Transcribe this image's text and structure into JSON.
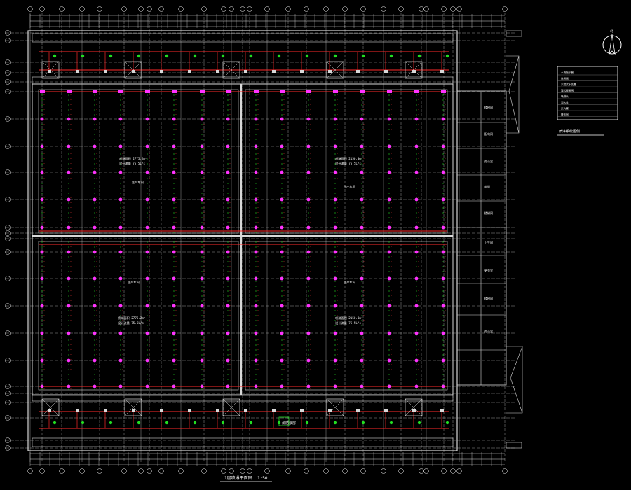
{
  "drawing": {
    "title_block_label": "1层喷淋平面图",
    "scale_label": "1:50",
    "legend_caption": "喷淋系统图例",
    "pump_room_label": "消防泵房",
    "legend_rows": [
      "水流指示器",
      "信号阀",
      "末端试水装置",
      "湿式报警阀",
      "喷淋头",
      "消火栓",
      "灭火器",
      "排水阀"
    ],
    "zone_notes": [
      {
        "line1": "喷淋面积 2775.2m²",
        "line2": "设计流量 75.5L/s"
      },
      {
        "line1": "喷淋面积 2150.0m²",
        "line2": "设计流量 75.5L/s"
      },
      {
        "line1": "喷淋面积 2775.2m²",
        "line2": "设计流量 75.5L/s"
      },
      {
        "line1": "喷淋面积 2150.0m²",
        "line2": "设计流量 75.5L/s"
      }
    ],
    "zone_tags": [
      "生产车间",
      "生产车间",
      "生产车间",
      "生产车间"
    ],
    "side_room_labels": [
      "楼梯间",
      "配电间",
      "办公室",
      "走道",
      "楼梯间",
      "卫生间",
      "更衣室",
      "楼梯间",
      "办公室"
    ],
    "colors": {
      "background": "#000000",
      "grid": "#d8d8d8",
      "pipe_main": "#ff2a2a",
      "pipe_branch": "#ff3b3b",
      "sprinkler": "#ff33ff",
      "valve": "#22dd22",
      "annotation": "#ffffff",
      "dashed": "#aaaaaa"
    },
    "icons": [
      "north-arrow-icon",
      "sprinkler-head-icon",
      "valve-icon",
      "stair-icon"
    ]
  }
}
